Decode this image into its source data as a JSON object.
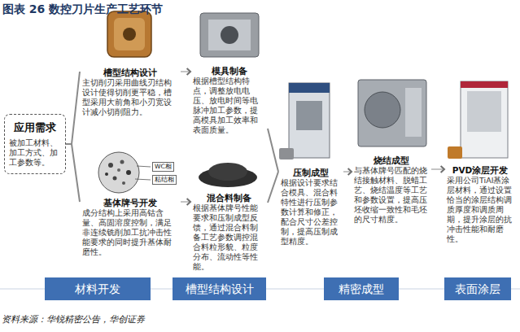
{
  "diagram": {
    "title": "图表 26 数控刀片生产工艺环节",
    "caption": "资料来源：华锐精密公告，华创证券",
    "nodes": [
      {
        "text": [
          "应用需求",
          "被加工材料、加工方式、加工参数等。"
        ]
      },
      {
        "text": [
          "槽型结构设计",
          "主切削刃采用曲线刃结构设计使得切削更平稳，槽型采用大前角和小刃宽设计减小切削阻力。"
        ]
      },
      {
        "text": [
          "模具制备",
          "根据槽型结构特点，调整放电电压、放电时间等电脉冲加工参数，提高模具加工效率和表面质量。"
        ]
      },
      {
        "text": [
          "基体牌号开发",
          "成分结构上采用高钴含量、高固溶度控制，满足非连续铣削加工抗冲击性能要求的同时提升基体耐磨性。"
        ]
      },
      {
        "text": [
          "混合料制备",
          "根据基体牌号性能要求和压制成型反馈，通过混合料制备工艺参数调控混合料粒形貌、粒度分布、流动性等性能。"
        ]
      },
      {
        "text": [
          "压制成型",
          "根据设计要求结合模具、混合料特性进行压制参数计算和修正，配合尺寸公差控制，提高压制成型精度。"
        ]
      },
      {
        "text": [
          "烧结成型",
          "与基体牌号匹配的烧结接触材料、脱蜡工艺、烧结温度等工艺和参数设置，提高压坯收缩一致性和毛坯的尺寸精度。"
        ]
      },
      {
        "text": [
          "PVD涂层开发",
          "采用公司TiAl基涂层材料，通过设置恰当的涂层结构调质厚度和调质周期，提升涂层的抗冲击性能和耐磨性。"
        ]
      },
      {
        "text": [
          "材料开发"
        ]
      },
      {
        "text": [
          "槽型结构设计"
        ]
      },
      {
        "text": [
          "精密成型"
        ]
      },
      {
        "text": [
          "表面涂层"
        ]
      }
    ],
    "edges": [
      {
        "from": 0,
        "to": 1,
        "arrow": "none"
      },
      {
        "from": 0,
        "to": 3,
        "arrow": "none"
      },
      {
        "from": 1,
        "to": 2,
        "arrow": "to"
      },
      {
        "from": 3,
        "to": 4,
        "arrow": "to"
      },
      {
        "from": 2,
        "to": 5,
        "arrow": "none"
      },
      {
        "from": 4,
        "to": 5,
        "arrow": "none"
      },
      {
        "from": 5,
        "to": 6,
        "arrow": "to"
      },
      {
        "from": 6,
        "to": 7,
        "arrow": "to"
      }
    ],
    "labels": [
      "WC相",
      "粘结相"
    ]
  }
}
